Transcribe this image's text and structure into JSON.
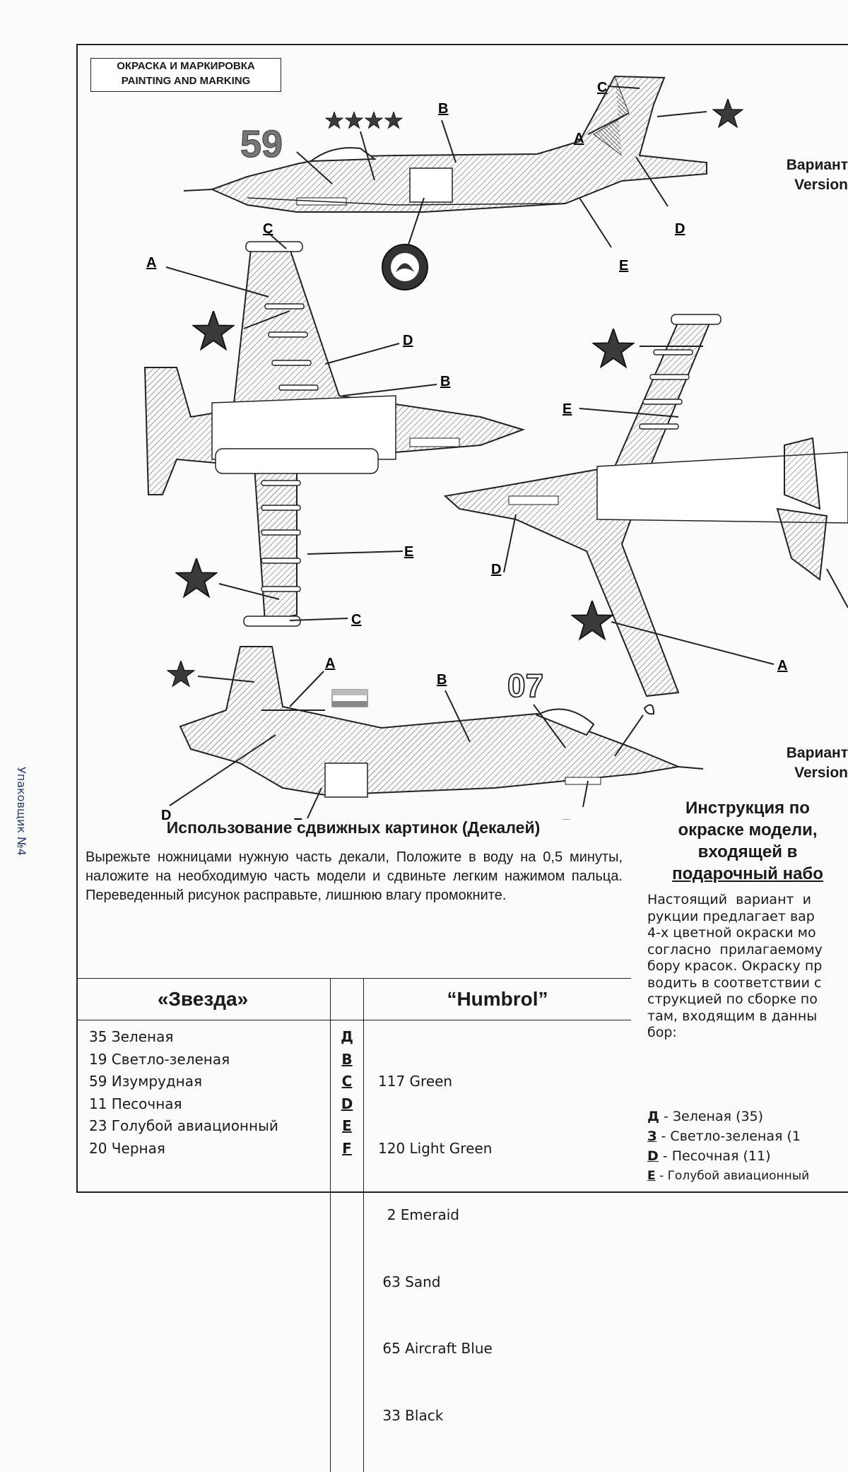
{
  "header": {
    "line1": "ОКРАСКА И МАРКИРОВКА",
    "line2": "PAINTING AND MARKING"
  },
  "side_text": "Упаковщик №4",
  "versions": [
    {
      "ru": "Вариант",
      "en": "Version"
    },
    {
      "ru": "Вариант",
      "en": "Version"
    }
  ],
  "markings": {
    "top_number": "59",
    "bottom_number": "07",
    "labels": [
      "A",
      "B",
      "C",
      "D",
      "E"
    ]
  },
  "decal": {
    "title": "Использование сдвижных картинок (Декалей)",
    "text": "Вырежьте ножницами нужную часть декали, Положите в воду на 0,5 минуты, наложите на необходимую часть модели и сдвиньте легким нажимом пальца. Переведенный рисунок расправьте, лишнюю влагу промокните."
  },
  "paint_table": {
    "headers": {
      "left": "«Звезда»",
      "right": "“Humbrol”"
    },
    "rows": [
      {
        "zvezda": "35 Зеленая",
        "code": "Д",
        "humbrol": "117 Green"
      },
      {
        "zvezda": "19 Светло-зеленая",
        "code": "B",
        "humbrol": "120 Light Green"
      },
      {
        "zvezda": "59 Изумрудная",
        "code": "C",
        "humbrol": "  2 Emeraid"
      },
      {
        "zvezda": "11 Песочная",
        "code": "D",
        "humbrol": " 63 Sand"
      },
      {
        "zvezda": "23 Голубой авиационный",
        "code": "E",
        "humbrol": " 65 Aircraft Blue"
      },
      {
        "zvezda": "20 Черная",
        "code": "F",
        "humbrol": " 33 Black"
      }
    ]
  },
  "instruction": {
    "title1": "Инструкция по",
    "title2": "окраске модели,",
    "title3": "входящей в",
    "title4": "подарочный набо",
    "lines": [
      "Настоящий  вариант  и",
      "рукции предлагает вар",
      "4-х цветной окраски мо",
      "согласно  прилагаемому",
      "бору красок. Окраску пр",
      "водить в соответствии с",
      "струкцией по сборке по",
      "там, входящим в данны",
      "бор:"
    ],
    "list": [
      {
        "key": "Д",
        "text": " - Зеленая (35)"
      },
      {
        "key": "З",
        "text": " - Светло-зеленая (1"
      },
      {
        "key": "D",
        "text": " - Песочная (11)"
      },
      {
        "key": "E",
        "text": " - Голубой авиационный"
      }
    ]
  },
  "colors": {
    "ink": "#1a1a1a",
    "star": "#333333",
    "hatch": "#555555"
  }
}
